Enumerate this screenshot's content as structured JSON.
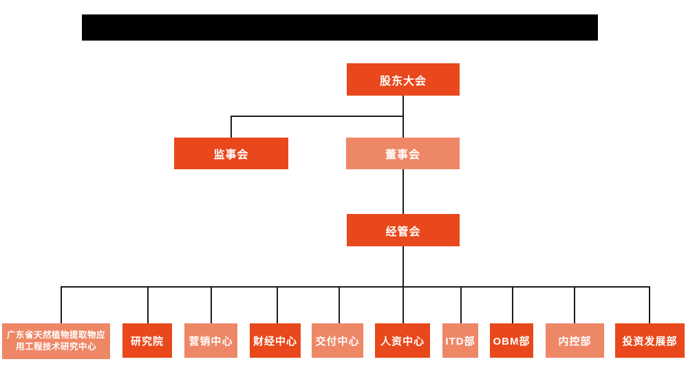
{
  "page": {
    "background_color": "#ffffff"
  },
  "title_bar": {
    "type": "redacted-black-bar",
    "color": "#000000"
  },
  "colors": {
    "box_solid_orange": "#e8481b",
    "box_light_salmon": "#ee8766",
    "connector_line": "#1a1a1a",
    "box_text": "#ffffff"
  },
  "org_chart": {
    "root": {
      "label": "股东大会"
    },
    "level2": [
      {
        "label": "监事会"
      },
      {
        "label": "董事会"
      }
    ],
    "level3": {
      "label": "经管会"
    },
    "departments": [
      {
        "label": "广东省天然植物提取物应用工程技术研究中心"
      },
      {
        "label": "研究院"
      },
      {
        "label": "营销中心"
      },
      {
        "label": "财经中心"
      },
      {
        "label": "交付中心"
      },
      {
        "label": "人资中心"
      },
      {
        "label": "ITD部"
      },
      {
        "label": "OBM部"
      },
      {
        "label": "内控部"
      },
      {
        "label": "投资发展部"
      }
    ]
  }
}
